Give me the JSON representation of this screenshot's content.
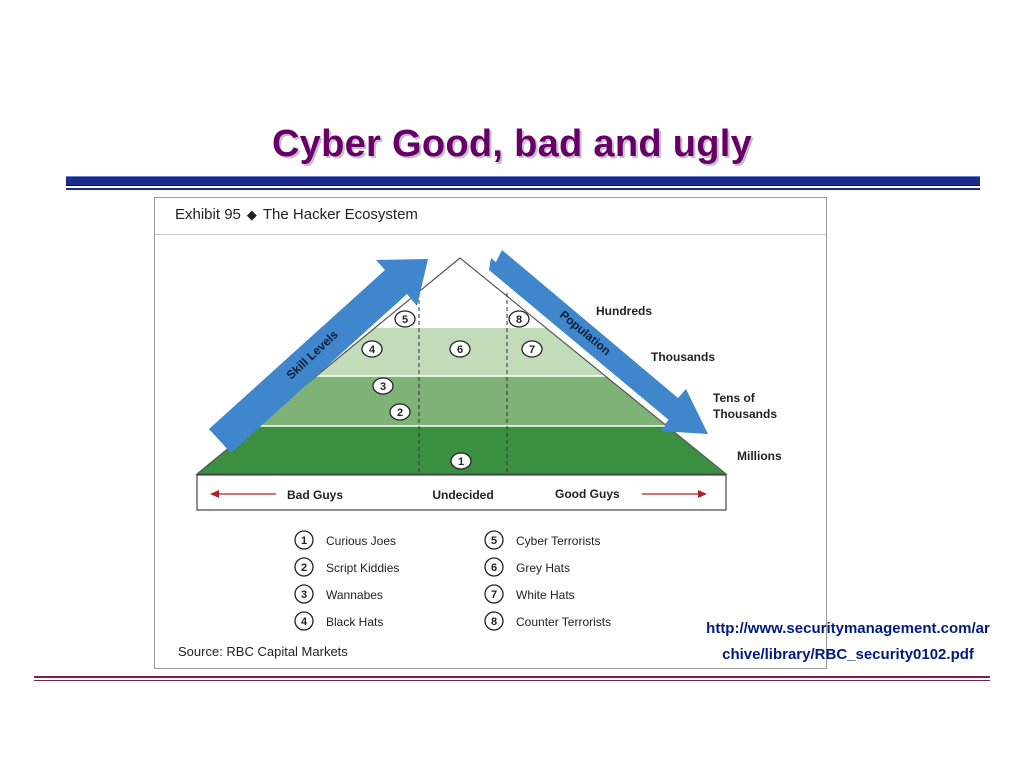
{
  "slide": {
    "title": "Cyber Good, bad and ugly",
    "link_line1": "http://www.securitymanagement.com/ar",
    "link_line2": "chive/library/RBC_security0102.pdf"
  },
  "exhibit": {
    "label": "Exhibit 95",
    "diamond": "◆",
    "title": "The Hacker Ecosystem",
    "source": "Source: RBC Capital Markets"
  },
  "diagram": {
    "arrow_left_label": "Skill Levels",
    "arrow_right_label": "Population",
    "population_levels": [
      "Hundreds",
      "Thousands",
      "Tens of",
      "Thousands",
      "Millions"
    ],
    "base": {
      "bad": "Bad Guys",
      "undecided": "Undecided",
      "good": "Good Guys"
    },
    "markers": [
      "1",
      "2",
      "3",
      "4",
      "5",
      "6",
      "7",
      "8"
    ],
    "colors": {
      "band_light": "#c2dbb8",
      "band_mid": "#7fb276",
      "band_dark": "#3a8f40",
      "arrow": "#3f86cc",
      "base_arrow": "#b22222"
    }
  },
  "legend": [
    {
      "num": "1",
      "label": "Curious Joes"
    },
    {
      "num": "2",
      "label": "Script Kiddies"
    },
    {
      "num": "3",
      "label": "Wannabes"
    },
    {
      "num": "4",
      "label": "Black Hats"
    },
    {
      "num": "5",
      "label": "Cyber Terrorists"
    },
    {
      "num": "6",
      "label": "Grey Hats"
    },
    {
      "num": "7",
      "label": "White Hats"
    },
    {
      "num": "8",
      "label": "Counter Terrorists"
    }
  ]
}
